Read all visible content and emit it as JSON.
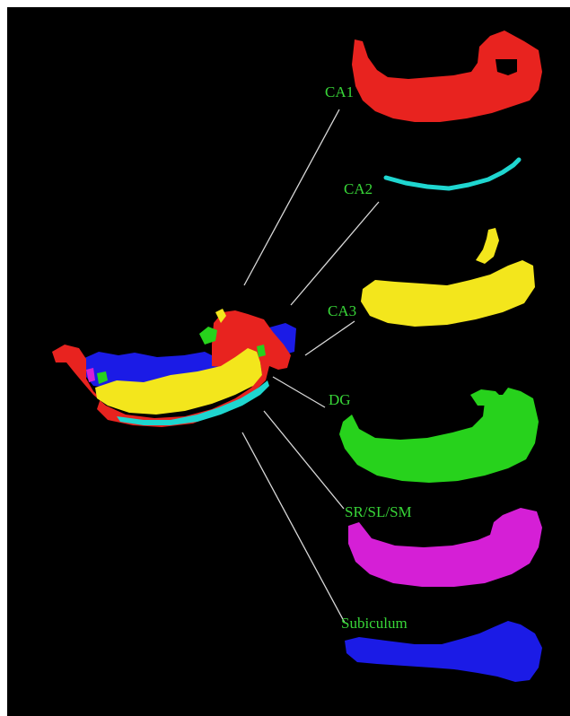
{
  "colors": {
    "background": "#000000",
    "border": "#ffffff",
    "label_text": "#38d638",
    "leader_line": "#d8d8d8",
    "CA1": "#e8231f",
    "CA2": "#1fd6d0",
    "CA3": "#f3e61c",
    "DG": "#27d21c",
    "SR_SL_SM": "#d51fd6",
    "Subiculum": "#1b1be6"
  },
  "labels": {
    "ca1": "CA1",
    "ca2": "CA2",
    "ca3": "CA3",
    "dg": "DG",
    "srslsm": "SR/SL/SM",
    "subiculum": "Subiculum"
  }
}
